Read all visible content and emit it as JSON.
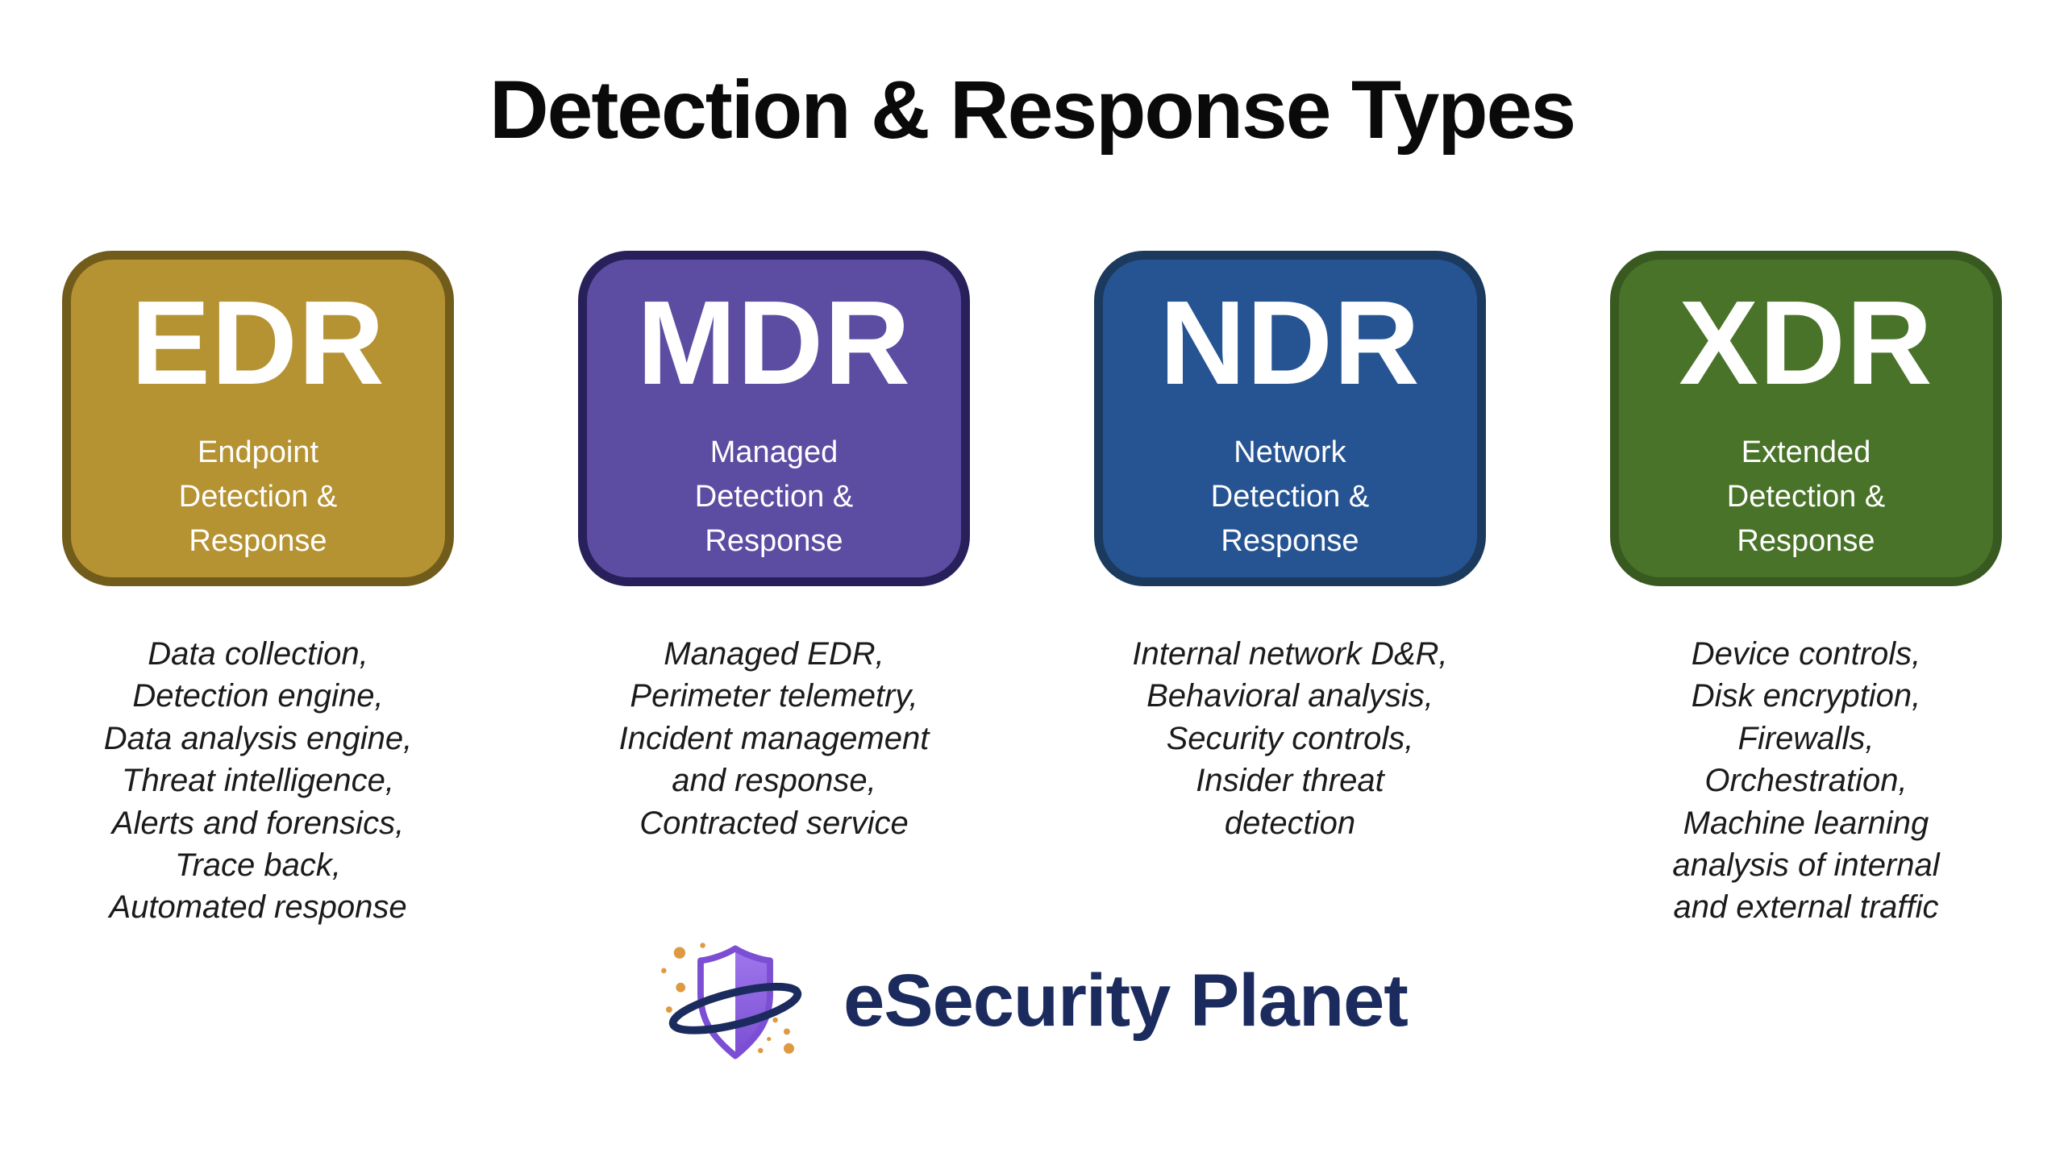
{
  "title": "Detection & Response Types",
  "colors": {
    "background": "#FFFFFF",
    "title_text": "#0A0A0A",
    "detail_text": "#1B1B1B",
    "card_text": "#FFFFFF",
    "logo_navy": "#1B2B5E",
    "logo_purple": "#7B4ED3",
    "logo_purple_light": "#9E77EC",
    "logo_orange": "#DE9A43"
  },
  "cards": [
    {
      "acronym": "EDR",
      "subtitle": "Endpoint\nDetection &\nResponse",
      "details": "Data collection,\nDetection engine,\nData analysis engine,\nThreat intelligence,\nAlerts and forensics,\nTrace back,\nAutomated response",
      "fill": "#B59232",
      "border": "#715C1B"
    },
    {
      "acronym": "MDR",
      "subtitle": "Managed\nDetection &\nResponse",
      "details": "Managed EDR,\nPerimeter telemetry,\nIncident management\nand response,\nContracted service",
      "fill": "#5C4DA2",
      "border": "#27205A"
    },
    {
      "acronym": "NDR",
      "subtitle": "Network\nDetection &\nResponse",
      "details": "Internal network D&R,\nBehavioral analysis,\nSecurity controls,\nInsider threat\ndetection",
      "fill": "#265493",
      "border": "#1B3A5E"
    },
    {
      "acronym": "XDR",
      "subtitle": "Extended\nDetection &\nResponse",
      "details": "Device controls,\nDisk encryption,\nFirewalls,\nOrchestration,\nMachine learning\nanalysis of internal\nand external traffic",
      "fill": "#497329",
      "border": "#38591F"
    }
  ],
  "logo": {
    "brand": "eSecurity Planet"
  }
}
